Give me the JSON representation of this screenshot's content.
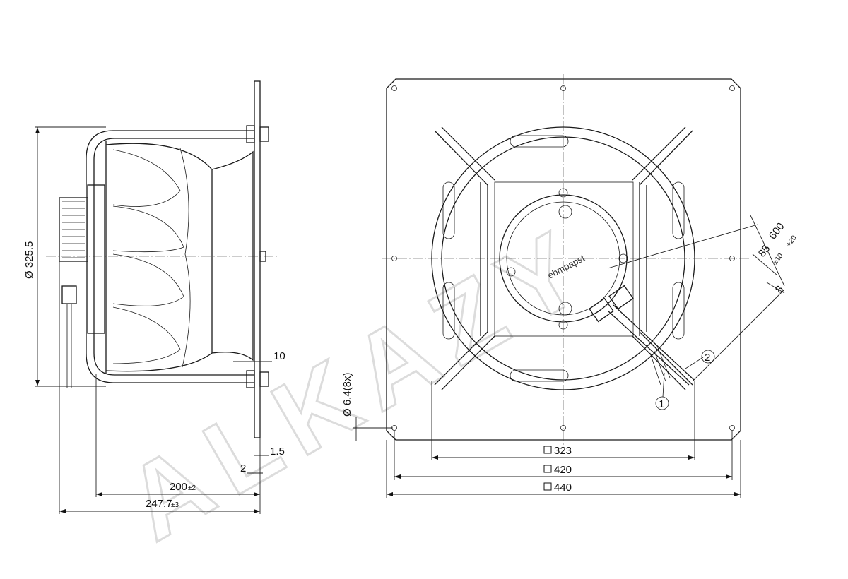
{
  "watermark": "ALKAZY",
  "side_view": {
    "dia_value": "Ø 325.5",
    "dim_10": "10",
    "dim_1_5": "1.5",
    "dim_2": "2",
    "dim_200": "200",
    "dim_200_tol": "±2",
    "dim_247": "247.7",
    "dim_247_tol": "±3"
  },
  "front_view": {
    "hole_label": "Ø 6.4(8x)",
    "sq_323": "323",
    "sq_420": "420",
    "sq_440": "440",
    "square_symbol": "□",
    "cable_600": "600",
    "cable_600_tol": "+20",
    "cable_85": "85",
    "cable_85_tol": "±10",
    "cable_8": "8",
    "callout_1": "1",
    "callout_2": "2",
    "brand_logo": "ebmpapst"
  }
}
